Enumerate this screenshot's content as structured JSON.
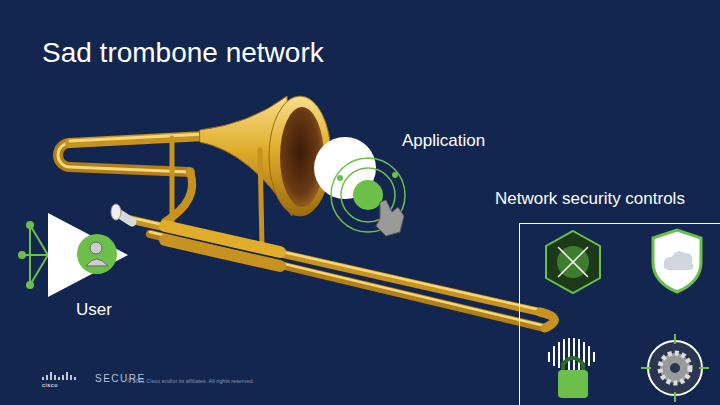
{
  "diagram": {
    "title": "Sad trombone network",
    "nodes": [
      {
        "text": [
          "Network security controls"
        ]
      }
    ],
    "labels": [
      "Application",
      "User",
      "cisco",
      "SECURE",
      "© 2021 Cisco and/or its affiliates. All rights reserved."
    ]
  }
}
